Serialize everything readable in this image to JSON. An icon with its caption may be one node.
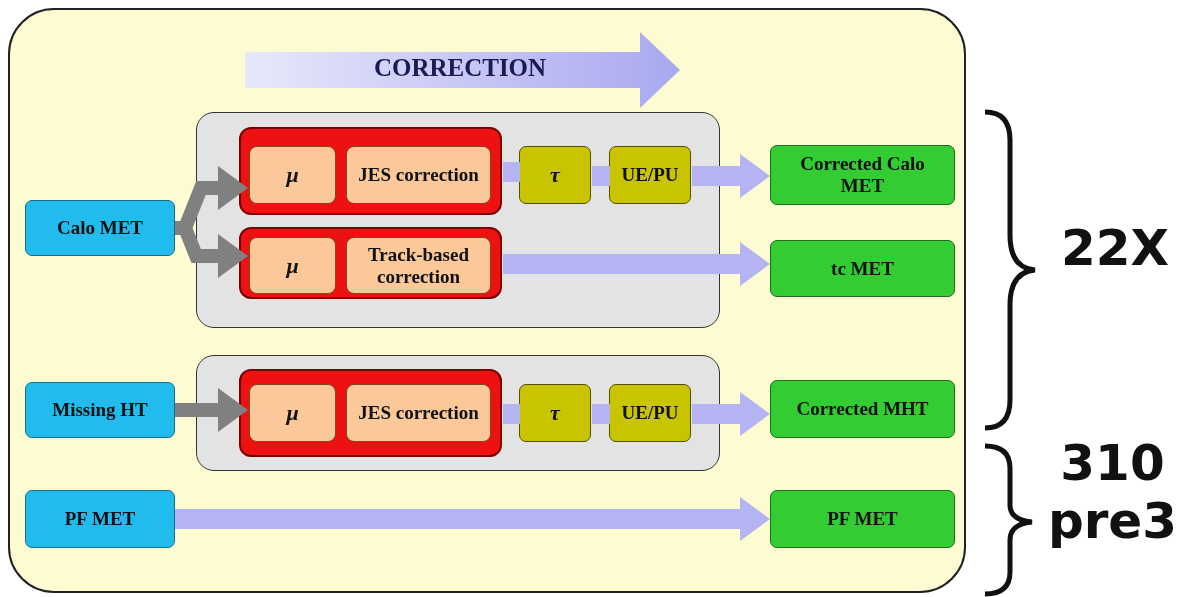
{
  "diagram": {
    "nodes": [
      {
        "text": [
          "Calo MET"
        ]
      },
      {
        "text": [],
        "shape": "box"
      },
      {
        "text": [],
        "shape": "box",
        "in": 1
      },
      {
        "text": [
          "μ"
        ],
        "in": 2
      },
      {
        "text": [
          "JES correction"
        ],
        "in": 2
      },
      {
        "text": [
          "τ"
        ],
        "in": 1
      },
      {
        "text": [
          "UE/PU"
        ],
        "in": 1
      },
      {
        "text": [
          "Corrected Calo MET"
        ]
      },
      {
        "text": [],
        "shape": "box",
        "in": 1
      },
      {
        "text": [
          "μ"
        ],
        "in": 8
      },
      {
        "text": [
          "Track-based correction"
        ],
        "in": 8
      },
      {
        "text": [
          "tc MET"
        ]
      },
      {
        "text": [
          "Missing HT"
        ]
      },
      {
        "text": [],
        "shape": "box"
      },
      {
        "text": [],
        "shape": "box",
        "in": 13
      },
      {
        "text": [
          "μ"
        ],
        "in": 14
      },
      {
        "text": [
          "JES correction"
        ],
        "in": 14
      },
      {
        "text": [
          "τ"
        ],
        "in": 13
      },
      {
        "text": [
          "UE/PU"
        ],
        "in": 13
      },
      {
        "text": [
          "Corrected MHT"
        ]
      },
      {
        "text": [
          "PF MET"
        ]
      },
      {
        "text": [
          "PF MET"
        ]
      }
    ],
    "edges": [
      {
        "from": 0,
        "to": 2,
        "arrow": "to",
        "color": "#808080"
      },
      {
        "from": 0,
        "to": 8,
        "arrow": "to",
        "color": "#808080"
      },
      {
        "from": 2,
        "to": 5,
        "arrow": "none"
      },
      {
        "from": 5,
        "to": 6,
        "arrow": "none"
      },
      {
        "from": 6,
        "to": 7,
        "arrow": "to"
      },
      {
        "from": 8,
        "to": 11,
        "arrow": "to"
      },
      {
        "from": 12,
        "to": 14,
        "arrow": "to",
        "color": "#808080"
      },
      {
        "from": 14,
        "to": 17,
        "arrow": "none"
      },
      {
        "from": 17,
        "to": 18,
        "arrow": "none"
      },
      {
        "from": 18,
        "to": 19,
        "arrow": "to"
      },
      {
        "from": 20,
        "to": 21,
        "arrow": "to"
      }
    ],
    "labels": [
      "CORRECTION",
      "22X",
      "310 pre3"
    ]
  }
}
